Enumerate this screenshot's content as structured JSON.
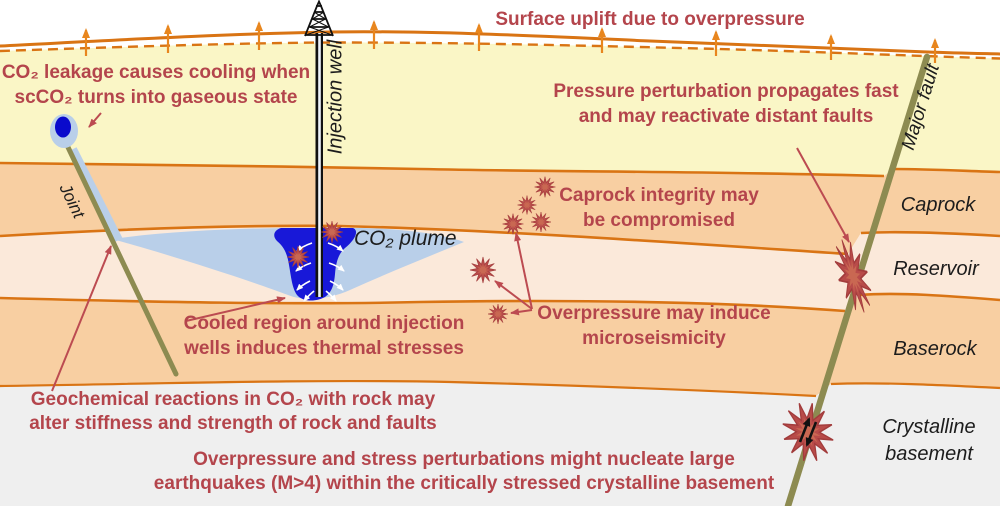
{
  "annotations": {
    "surface_uplift": "Surface uplift due to overpressure",
    "co2_leakage_line1": "CO₂ leakage causes cooling when",
    "co2_leakage_line2": "scCO₂ turns into gaseous state",
    "pressure_perturbation_line1": "Pressure perturbation propagates fast",
    "pressure_perturbation_line2": "and may reactivate distant faults",
    "caprock_integrity_line1": "Caprock integrity may",
    "caprock_integrity_line2": "be compromised",
    "overpressure_micro_line1": "Overpressure may induce",
    "overpressure_micro_line2": "microseismicity",
    "cooled_region_line1": "Cooled region around injection",
    "cooled_region_line2": "wells induces thermal stresses",
    "geochemical_line1": "Geochemical reactions in CO₂ with rock may",
    "geochemical_line2": "alter stiffness and strength of rock and faults",
    "nucleate_line1": "Overpressure and stress perturbations might nucleate large",
    "nucleate_line2": "earthquakes (M>4) within the critically stressed crystalline basement"
  },
  "feature_labels": {
    "injection_well": "Injection well",
    "co2_plume": "CO₂ plume",
    "joint": "Joint",
    "major_fault": "Major fault"
  },
  "layer_labels": {
    "caprock": "Caprock",
    "reservoir": "Reservoir",
    "baserock": "Baserock",
    "crystalline_line1": "Crystalline",
    "crystalline_line2": "basement"
  },
  "icons": {
    "uplift-arrow-icon": "small orange upward arrow along ground surface",
    "drill-derrick-icon": "black lattice drilling tower above injection well",
    "microseismic-event-icon": "small dark-red starburst",
    "fault-rupture-icon": "elongated red starburst on fault in reservoir",
    "earthquake-icon": "large red starburst with black slip arrows on fault in basement",
    "flow-arrow-icon": "small white outward flow arrows inside CO₂ plume",
    "annotation-arrow-icon": "thin dark-red pointer arrow"
  },
  "colors": {
    "annotation_red": "#b4454c",
    "layer_yellow": "#faf6c6",
    "layer_peach": "#f8cfa2",
    "layer_reservoir": "#fbe9da",
    "layer_basement": "#efefef",
    "boundary_orange": "#d97414",
    "uplift_arrow_orange": "#e8861e",
    "fault_olive": "#8d8b51",
    "co2_dark_blue": "#1818d8",
    "co2_darker_blue": "#0a0acc",
    "co2_light_blue": "#b9cfe9",
    "seismic_red": "#b84b49",
    "seismic_red_inner": "#cb6b53",
    "arrow_red": "#bc4b51",
    "label_black": "#1c1c1c"
  }
}
